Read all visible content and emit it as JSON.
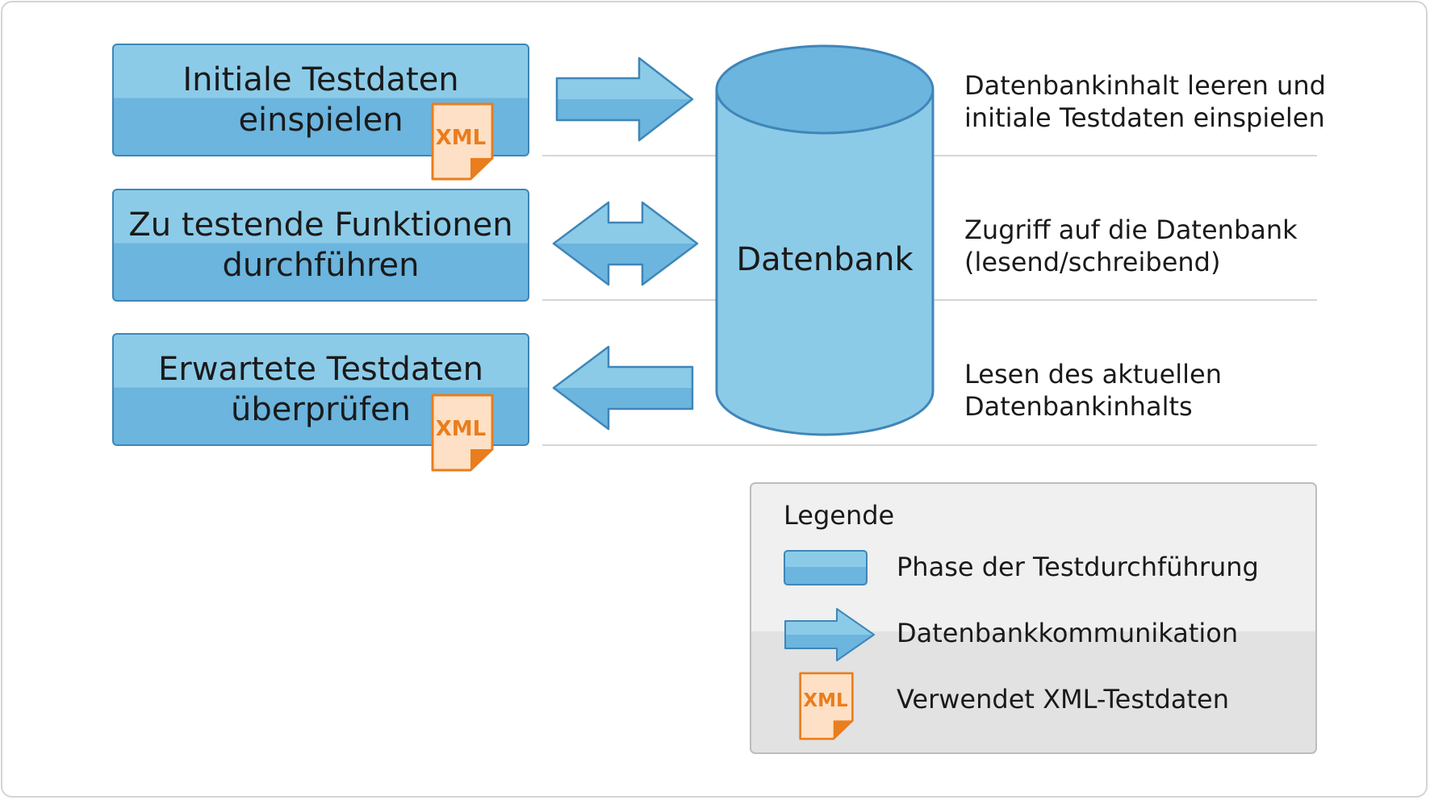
{
  "phases": [
    {
      "line1": "Initiale Testdaten",
      "line2": "einspielen",
      "uses_xml": true
    },
    {
      "line1": "Zu testende Funktionen",
      "line2": "durchführen",
      "uses_xml": false
    },
    {
      "line1": "Erwartete Testdaten",
      "line2": "überprüfen",
      "uses_xml": true
    }
  ],
  "database": {
    "label": "Datenbank"
  },
  "descriptions": [
    {
      "line1": "Datenbankinhalt leeren und",
      "line2": "initiale Testdaten einspielen"
    },
    {
      "line1": "Zugriff auf die Datenbank",
      "line2": "(lesend/schreibend)"
    },
    {
      "line1": "Lesen des aktuellen",
      "line2": "Datenbankinhalts"
    }
  ],
  "xml_icon": {
    "label": "XML"
  },
  "legend": {
    "title": "Legende",
    "items": [
      {
        "label": "Phase der Testdurchführung",
        "icon": "phase-box"
      },
      {
        "label": "Datenbankkommunikation",
        "icon": "arrow-icon"
      },
      {
        "label": "Verwendet XML-Testdaten",
        "icon": "xml-file-icon"
      }
    ]
  },
  "colors": {
    "box_light": "#8ccbe8",
    "box_dark": "#6bb5de",
    "box_border": "#3f86b8",
    "xml_fill": "#fde0c5",
    "xml_border": "#ea7d1d",
    "legend_bg": "#eff0ef",
    "rule": "#d6d6d6"
  }
}
